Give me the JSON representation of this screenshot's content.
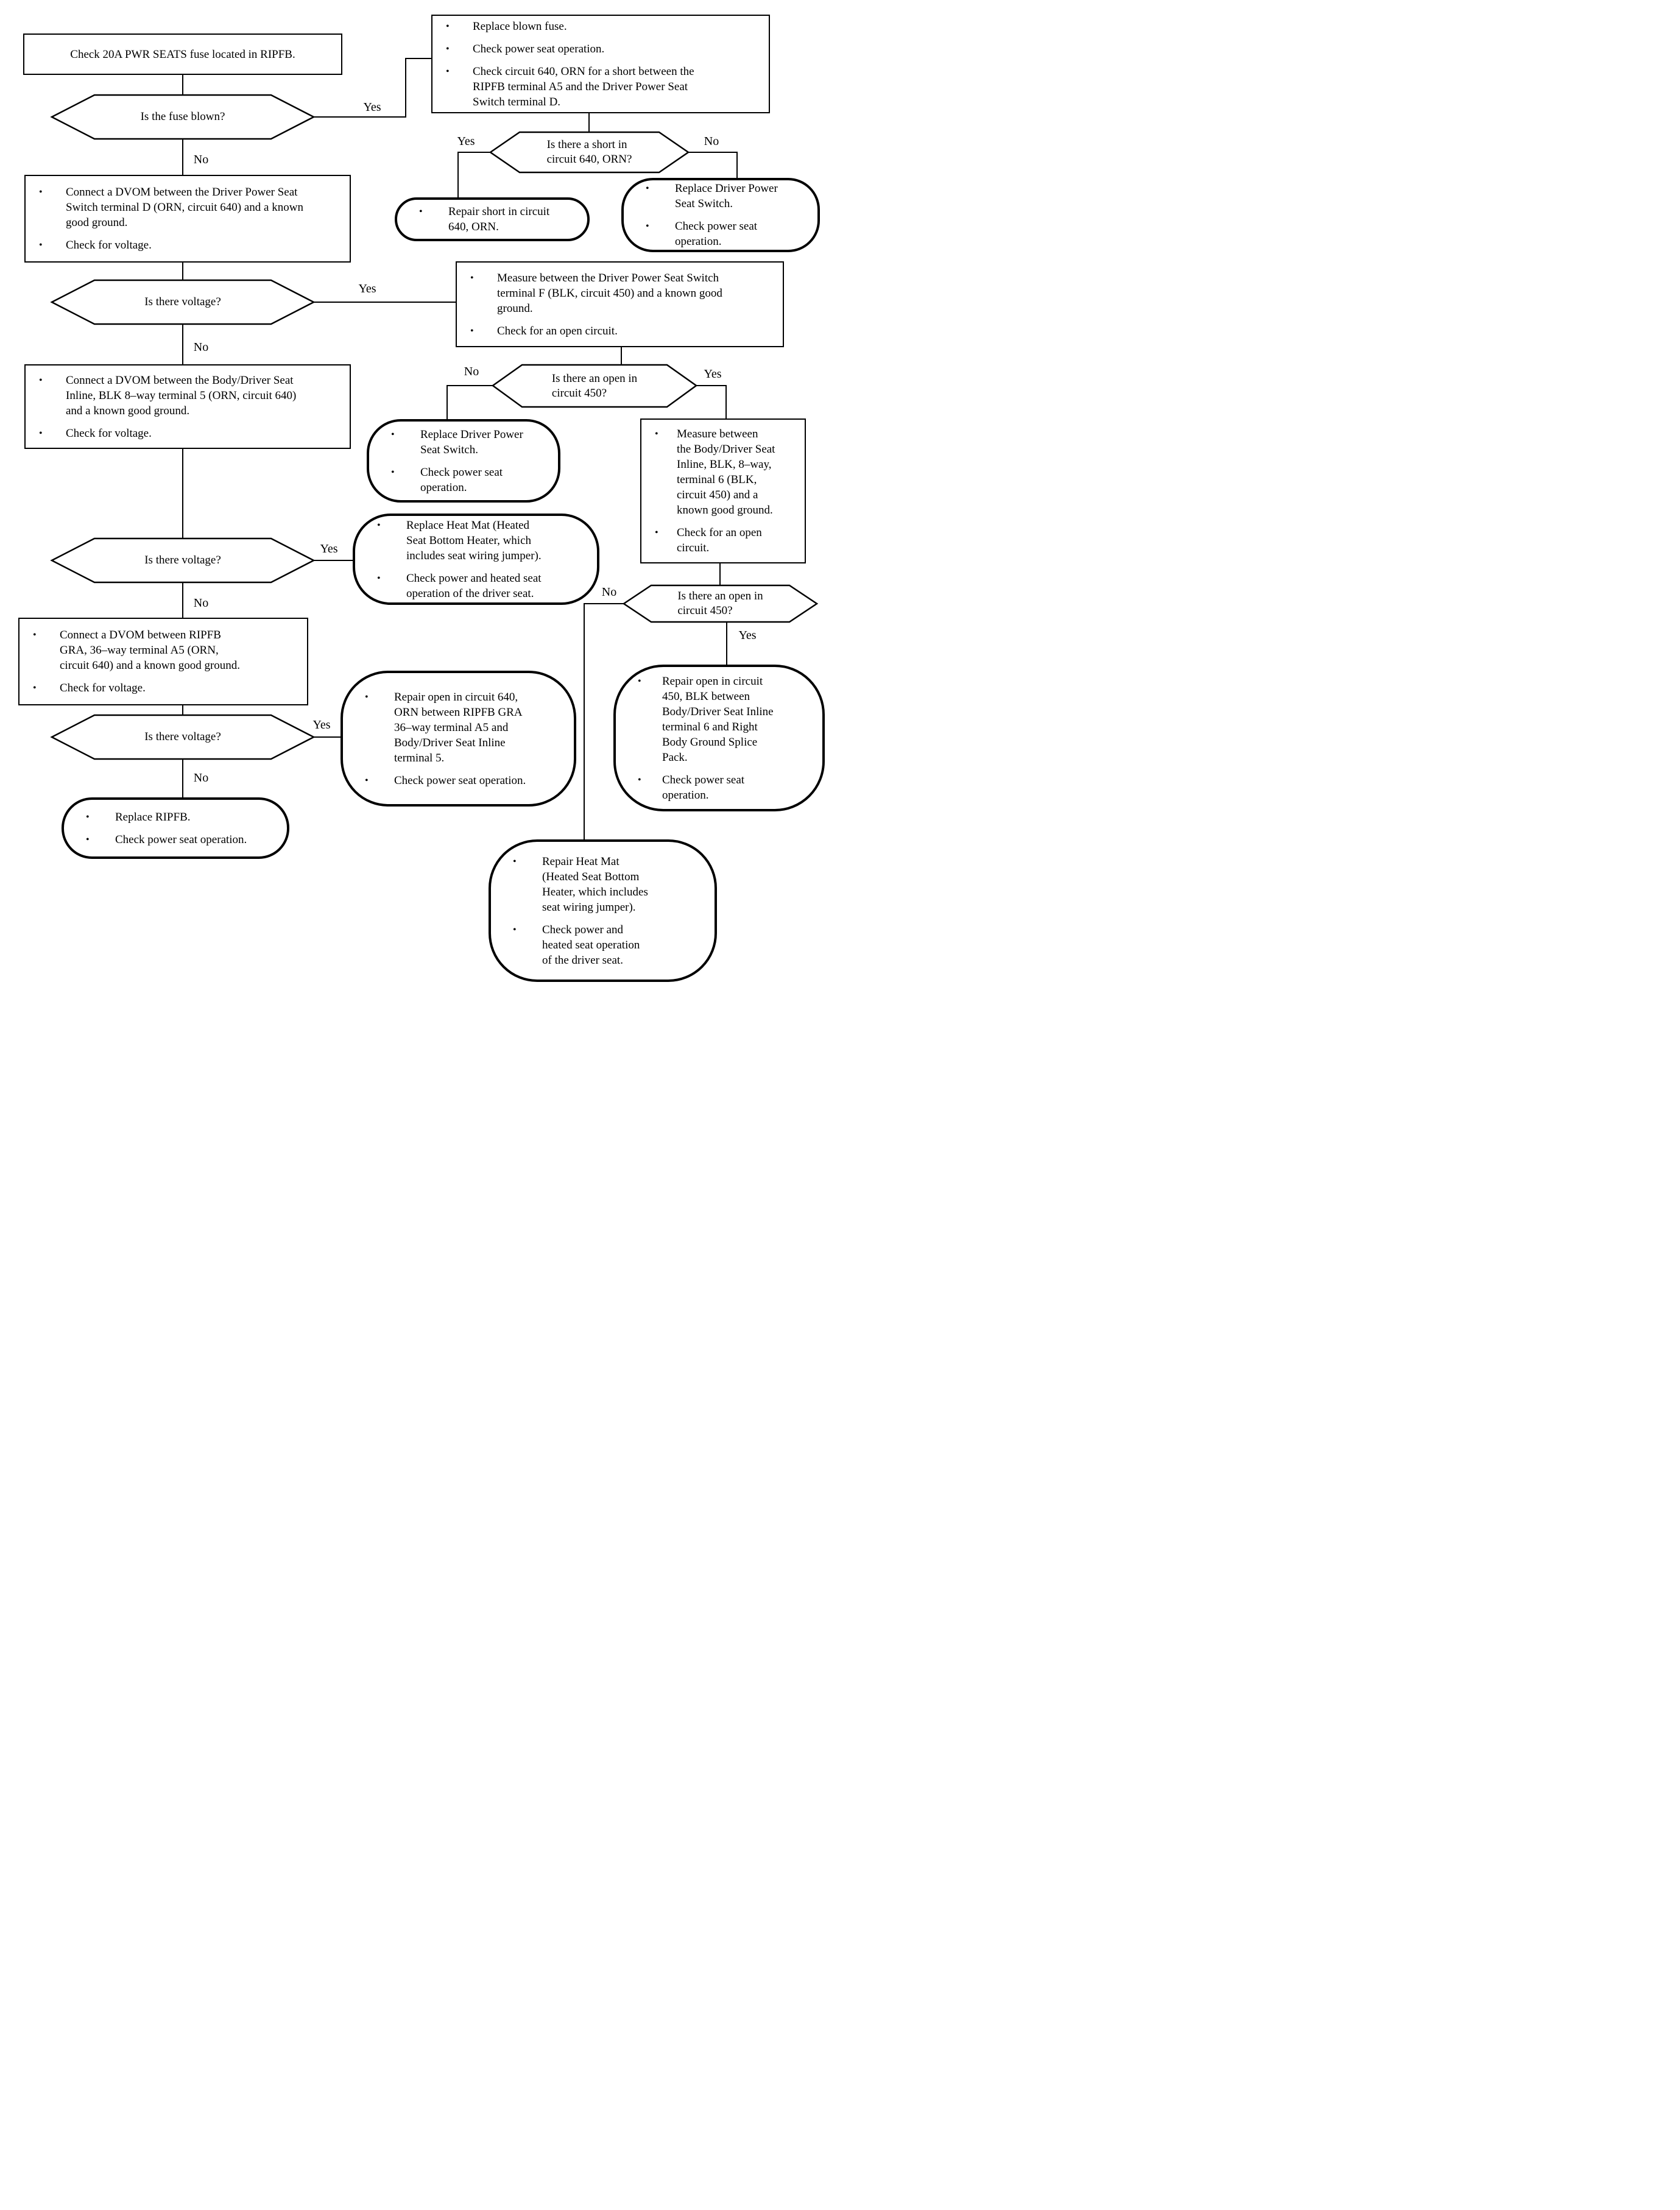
{
  "labels": {
    "yes": "Yes",
    "no": "No"
  },
  "nodes": {
    "check_fuse": {
      "text": "Check 20A PWR SEATS fuse located in RIPFB."
    },
    "is_fuse_blown": {
      "text": "Is the fuse blown?"
    },
    "replace_fuse": {
      "b1": "Replace blown fuse.",
      "b2": "Check power seat operation.",
      "b3": "Check circuit 640, ORN for a short between the\nRIPFB terminal A5 and the Driver Power Seat\nSwitch terminal D."
    },
    "short_640": {
      "text": "Is there a short in\ncircuit 640, ORN?"
    },
    "repair_short_640": {
      "b1": "Repair short in circuit\n640, ORN."
    },
    "replace_switch_1": {
      "b1": "Replace Driver Power\nSeat Switch.",
      "b2": "Check power seat\noperation."
    },
    "dvom_switch_d": {
      "b1": "Connect a DVOM between the Driver Power Seat\nSwitch terminal D (ORN, circuit 640) and a known\ngood ground.",
      "b2": "Check for voltage."
    },
    "voltage_1": {
      "text": "Is there voltage?"
    },
    "measure_switch_f": {
      "b1": "Measure between the Driver Power Seat Switch\nterminal F (BLK, circuit 450) and a known good\nground.",
      "b2": "Check for an open circuit."
    },
    "open_450_1": {
      "text": "Is there an open in\ncircuit 450?"
    },
    "replace_switch_2": {
      "b1": "Replace Driver Power\nSeat Switch.",
      "b2": "Check power seat\noperation."
    },
    "measure_inline_6": {
      "b1": "Measure between\nthe Body/Driver Seat\nInline, BLK, 8–way,\nterminal 6 (BLK,\ncircuit 450) and a\nknown good ground.",
      "b2": "Check for an open\ncircuit."
    },
    "dvom_inline_5": {
      "b1": "Connect a DVOM between the Body/Driver Seat\nInline, BLK 8–way terminal 5 (ORN, circuit 640)\nand a known good ground.",
      "b2": "Check for voltage."
    },
    "voltage_2": {
      "text": "Is there voltage?"
    },
    "replace_heat_mat": {
      "b1": "Replace Heat Mat (Heated\nSeat Bottom Heater, which\nincludes seat wiring jumper).",
      "b2": "Check power and heated seat\noperation of the driver seat."
    },
    "open_450_2": {
      "text": "Is there an open in\ncircuit 450?"
    },
    "repair_open_450": {
      "b1": "Repair open in circuit\n450, BLK between\nBody/Driver Seat Inline\nterminal 6 and Right\nBody Ground Splice\nPack.",
      "b2": "Check power seat\noperation."
    },
    "dvom_ripfb_a5": {
      "b1": "Connect a DVOM between RIPFB\nGRA, 36–way terminal A5 (ORN,\ncircuit 640) and a known good ground.",
      "b2": "Check for voltage."
    },
    "voltage_3": {
      "text": "Is there voltage?"
    },
    "repair_open_640": {
      "b1": "Repair open in circuit 640,\nORN between RIPFB GRA\n36–way terminal A5 and\nBody/Driver Seat Inline\nterminal 5.",
      "b2": "Check power seat operation."
    },
    "replace_ripfb": {
      "b1": "Replace RIPFB.",
      "b2": "Check power seat operation."
    },
    "repair_heat_mat": {
      "b1": "Repair Heat Mat\n(Heated Seat Bottom\nHeater, which includes\nseat wiring jumper).",
      "b2": "Check power and\nheated seat operation\nof the driver seat."
    }
  }
}
